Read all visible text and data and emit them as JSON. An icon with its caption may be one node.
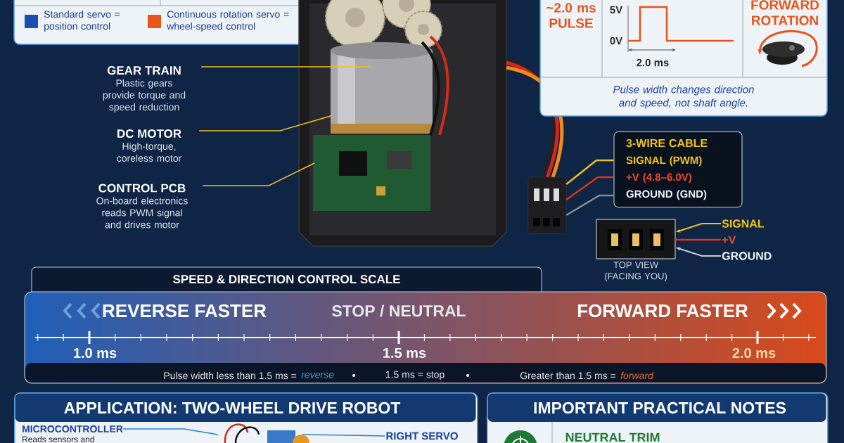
{
  "diagram": {
    "nodes": [
      {
        "text": [
          "GEAR TRAIN",
          "Plastic gears provide torque and speed reduction"
        ]
      },
      {
        "text": [
          "DC MOTOR",
          "High-torque, coreless motor"
        ]
      },
      {
        "text": [
          "CONTROL PCB",
          "On-board electronics reads PWM signal and drives motor"
        ]
      },
      {
        "text": [],
        "shape": "picture"
      },
      {
        "text": [
          "3-WIRE CABLE",
          "SIGNAL (PWM)",
          "+V (4.8–6.0V)",
          "GROUND (GND)"
        ]
      },
      {
        "text": [],
        "shape": "picture",
        "beside": [
          "TOP VIEW (FACING YOU)"
        ]
      },
      {
        "text": [
          "SIGNAL"
        ]
      },
      {
        "text": [
          "+V"
        ]
      },
      {
        "text": [
          "GROUND"
        ]
      },
      {
        "text": [
          "~2.0 ms PULSE",
          "FORWARD ROTATION",
          "Pulse width changes direction and speed, not shaft angle."
        ]
      },
      {
        "text": [
          "SPEED & DIRECTION CONTROL SCALE"
        ]
      },
      {
        "text": [
          "REVERSE FASTER",
          "STOP / NEUTRAL",
          "FORWARD FASTER"
        ]
      },
      {
        "text": [
          "APPLICATION: TWO-WHEEL DRIVE ROBOT"
        ]
      },
      {
        "text": [
          "MICROCONTROLLER",
          "Reads sensors and"
        ],
        "in": 12
      },
      {
        "text": [
          "RIGHT SERVO"
        ],
        "in": 12
      },
      {
        "text": [],
        "shape": "picture",
        "in": 12
      },
      {
        "text": [
          "IMPORTANT PRACTICAL NOTES",
          "NEUTRAL TRIM"
        ]
      }
    ],
    "edges": [
      {
        "from": 0,
        "to": null,
        "arrow": "none"
      },
      {
        "from": 1,
        "to": null,
        "arrow": "none"
      },
      {
        "from": 2,
        "to": null,
        "arrow": "none"
      },
      {
        "from": 3,
        "to": 4,
        "arrow": "none"
      },
      {
        "from": 3,
        "to": 4,
        "arrow": "none",
        "color": "#e0321e"
      },
      {
        "from": 3,
        "to": 4,
        "arrow": "none",
        "color": "#8a8f96"
      },
      {
        "from": 6,
        "to": 5,
        "arrow": "to"
      },
      {
        "from": 7,
        "to": 5,
        "arrow": "none",
        "color": "#e0321e"
      },
      {
        "from": 8,
        "to": 5,
        "arrow": "to",
        "color": "#c8ccd2"
      },
      {
        "from": 13,
        "to": 15,
        "arrow": "none",
        "color": "#2a7de1"
      },
      {
        "from": 14,
        "to": 15,
        "arrow": "none",
        "color": "#2a7de1"
      }
    ],
    "labels": [
      "5V",
      "0V",
      "2.0 ms",
      "1.0 ms",
      "1.5 ms",
      "2.0 ms",
      "Pulse width less than 1.5 ms =",
      "reverse",
      "1.5 ms = stop",
      "Greater than 1.5 ms =",
      "forward"
    ],
    "legend": [
      {
        "text": "Standard servo = position control",
        "color": "#1a4fb0"
      },
      {
        "text": "Continuous rotation servo = wheel-speed control",
        "color": "#e8541a"
      }
    ]
  }
}
